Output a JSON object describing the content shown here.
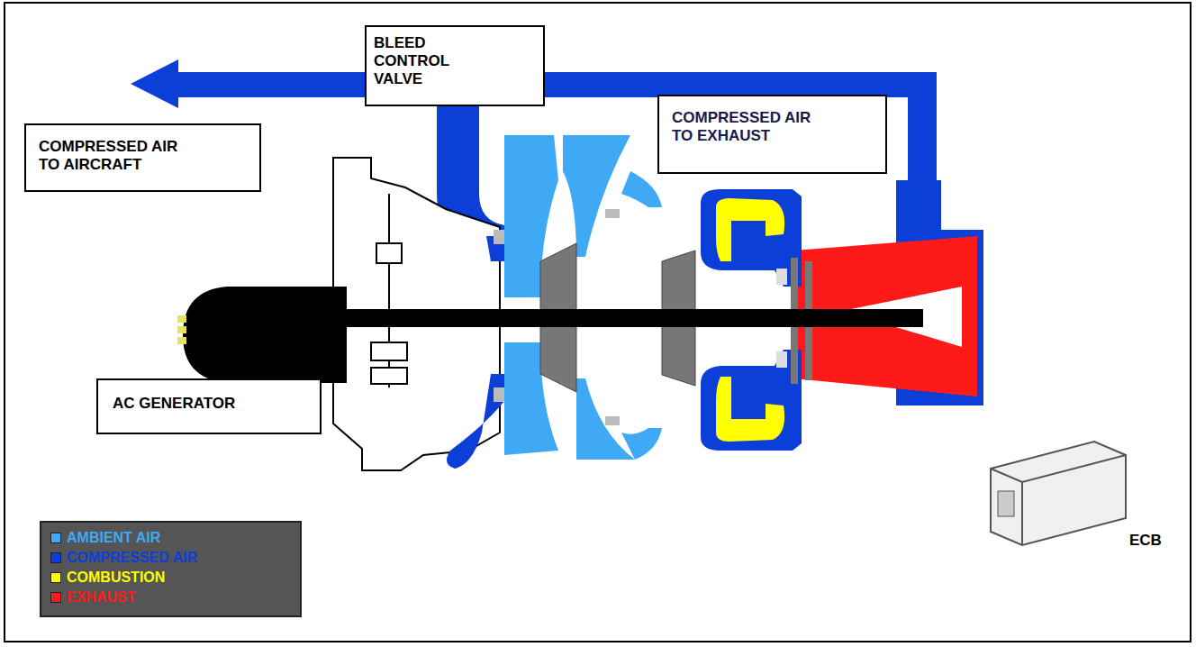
{
  "diagram": {
    "nodes": [
      {
        "text": [
          "BLEED CONTROL VALVE"
        ]
      },
      {
        "text": [
          "COMPRESSED AIR TO EXHAUST"
        ]
      },
      {
        "text": [
          "COMPRESSED AIR TO AIRCRAFT"
        ]
      },
      {
        "text": [
          "AC GENERATOR"
        ]
      }
    ],
    "labels": [
      "ECB"
    ],
    "legend": [
      {
        "text": "AMBIENT AIR",
        "color": "#3fa9f5"
      },
      {
        "text": "COMPRESSED AIR",
        "color": "#0b3fd8"
      },
      {
        "text": "COMBUSTION",
        "color": "#ffff00"
      },
      {
        "text": "EXHAUST",
        "color": "#ff1a1a"
      }
    ]
  }
}
